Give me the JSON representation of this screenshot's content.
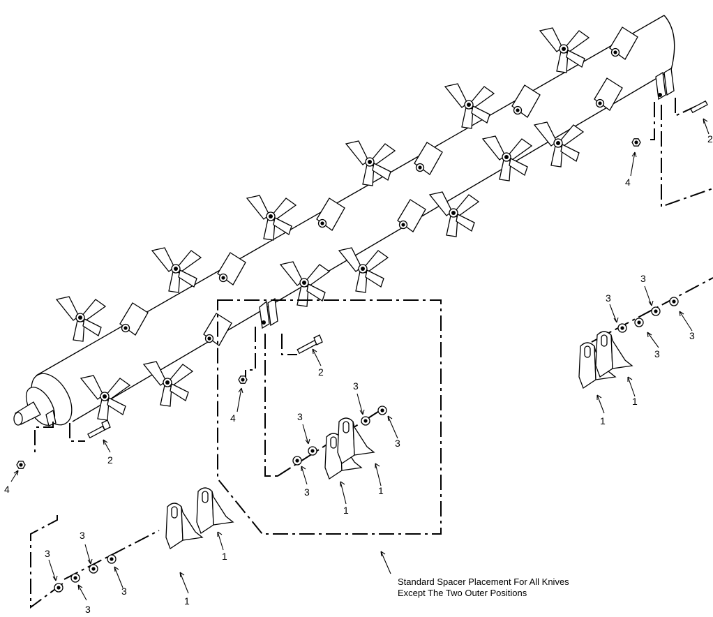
{
  "diagram": {
    "note_lines": [
      "Standard Spacer Placement For All Knives",
      "Except The Two Outer Positions"
    ],
    "callouts": {
      "knife": "1",
      "bolt": "2",
      "spacer": "3",
      "nut": "4"
    },
    "colors": {
      "line": "#000000",
      "background": "#ffffff"
    }
  }
}
